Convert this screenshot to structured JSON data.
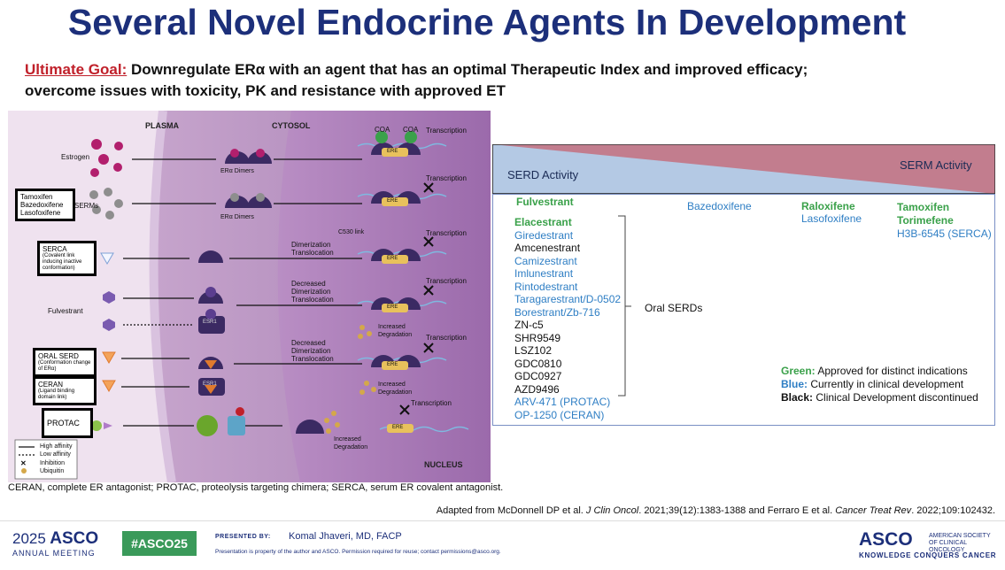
{
  "title": "Several Novel Endocrine Agents In Development",
  "goal": {
    "label": "Ultimate Goal:",
    "line1": "Downregulate ERα with an agent that has an optimal Therapeutic Index and improved efficacy;",
    "line2": "overcome issues with toxicity, PK and resistance with approved ET"
  },
  "diagram": {
    "headers": {
      "plasma": "PLASMA",
      "cytosol": "CYTOSOL",
      "nucleus": "NUCLEUS"
    },
    "estrogen": "Estrogen",
    "serms_box": [
      "Tamoxifen",
      "Bazedoxifene",
      "Lasofoxifene"
    ],
    "serms": "SERMs",
    "serca_box": {
      "name": "SERCA",
      "desc": "(Covalent link inducing inactive conformation)"
    },
    "fulvestrant": "Fulvestrant",
    "oral_serd_box": {
      "name": "ORAL SERD",
      "desc": "(Conformation change of ERα)"
    },
    "ceran_box": {
      "name": "CERAN",
      "desc": "(Ligand binding domain link)"
    },
    "protac_box": "PROTAC",
    "er_dimers": "ERα Dimers",
    "coa": "COA",
    "ere": "ERE",
    "esr1": "ESR1",
    "transcription": "Transcription",
    "c530": "C530 link",
    "dimerization": [
      "Dimerization",
      "Translocation"
    ],
    "decreased": [
      "Decreased",
      "Dimerization",
      "Translocation"
    ],
    "increased_degradation": [
      "Increased",
      "Degradation"
    ],
    "legend": [
      "High affinity",
      "Low affinity",
      "Inhibition",
      "Ubiquitin"
    ]
  },
  "spectrum": {
    "serd": "SERD Activity",
    "serm": "SERM Activity"
  },
  "panel": {
    "fulvestrant": "Fulvestrant",
    "bazedoxifene": "Bazedoxifene",
    "raloxifene": "Raloxifene",
    "lasofoxifene": "Lasofoxifene",
    "tamoxifen": "Tamoxifen",
    "torimefene": "Torimefene",
    "h3b": "H3B-6545 (SERCA)",
    "oral_serds_label": "Oral SERDs",
    "oral_serds": [
      {
        "name": "Elacestrant",
        "status": "green"
      },
      {
        "name": "Giredestrant",
        "status": "blue"
      },
      {
        "name": "Amcenestrant",
        "status": "black"
      },
      {
        "name": "Camizestrant",
        "status": "blue"
      },
      {
        "name": "Imlunestrant",
        "status": "blue"
      },
      {
        "name": "Rintodestrant",
        "status": "blue"
      },
      {
        "name": "Taragarestrant/D-0502",
        "status": "blue"
      },
      {
        "name": "Borestrant/Zb-716",
        "status": "blue"
      },
      {
        "name": "ZN-c5",
        "status": "black"
      },
      {
        "name": "SHR9549",
        "status": "black"
      },
      {
        "name": "LSZ102",
        "status": "black"
      },
      {
        "name": "GDC0810",
        "status": "black"
      },
      {
        "name": "GDC0927",
        "status": "black"
      },
      {
        "name": "AZD9496",
        "status": "black"
      },
      {
        "name": "ARV-471 (PROTAC)",
        "status": "blue"
      },
      {
        "name": "OP-1250 (CERAN)",
        "status": "blue"
      }
    ],
    "legend": {
      "green_key": "Green:",
      "green_text": " Approved for distinct indications",
      "blue_key": "Blue:",
      "blue_text": " Currently in clinical development",
      "black_key": "Black:",
      "black_text": " Clinical Development discontinued"
    }
  },
  "colors": {
    "green": "#3aa14a",
    "blue": "#2e7ec4",
    "black": "#111111",
    "title": "#1c2f7a"
  },
  "footnote": "CERAN, complete ER antagonist; PROTAC, proteolysis targeting chimera; SERCA, serum ER covalent antagonist.",
  "adapted": {
    "p1": "Adapted from McDonnell DP et al. ",
    "j1": "J Clin Oncol",
    "p2": ". 2021;39(12):1383-1388 and Ferraro E et al. ",
    "j2": "Cancer Treat Rev",
    "p3": ". 2022;109:102432."
  },
  "footer": {
    "meeting_year": "2025",
    "meeting_brand": "ASCO",
    "meeting_sub": "ANNUAL MEETING",
    "hashtag": "#ASCO25",
    "presented_by": "PRESENTED BY:",
    "presenter": "Komal Jhaveri, MD, FACP",
    "property": "Presentation is property of the author and ASCO. Permission required for reuse; contact permissions@asco.org.",
    "asco": "ASCO",
    "asco_tag": "AMERICAN SOCIETY OF CLINICAL ONCOLOGY",
    "kcc": "KNOWLEDGE CONQUERS CANCER"
  }
}
